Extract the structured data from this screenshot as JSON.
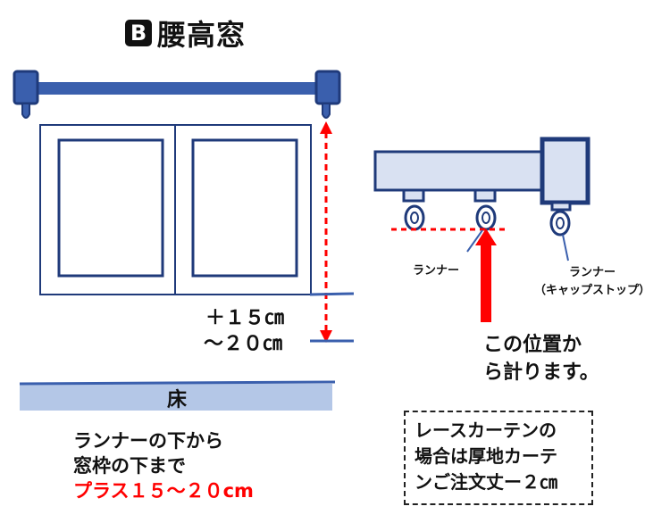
{
  "title": {
    "badge": "B",
    "text": "腰高窓"
  },
  "labels": {
    "plus": "＋１５㎝",
    "range": "～２０㎝",
    "floor": "床",
    "runner": "ランナー",
    "runner_cap_line1": "ランナー",
    "runner_cap_line2": "（キャップストップ）",
    "measure_line1": "この位置か",
    "measure_line2": "ら計ります。"
  },
  "note_left": {
    "line1": "ランナーの下から",
    "line2": "窓枠の下まで",
    "line3": "プラス１５～２０cm"
  },
  "note_box": {
    "line1": "レースカーテンの",
    "line2": "場合は厚地カーテ",
    "line3": "ンご注文丈ー２㎝"
  },
  "colors": {
    "blue": "#3a5fad",
    "navy": "#1f3a7a",
    "light_blue": "#b4c7e7",
    "red": "#ff0000"
  }
}
